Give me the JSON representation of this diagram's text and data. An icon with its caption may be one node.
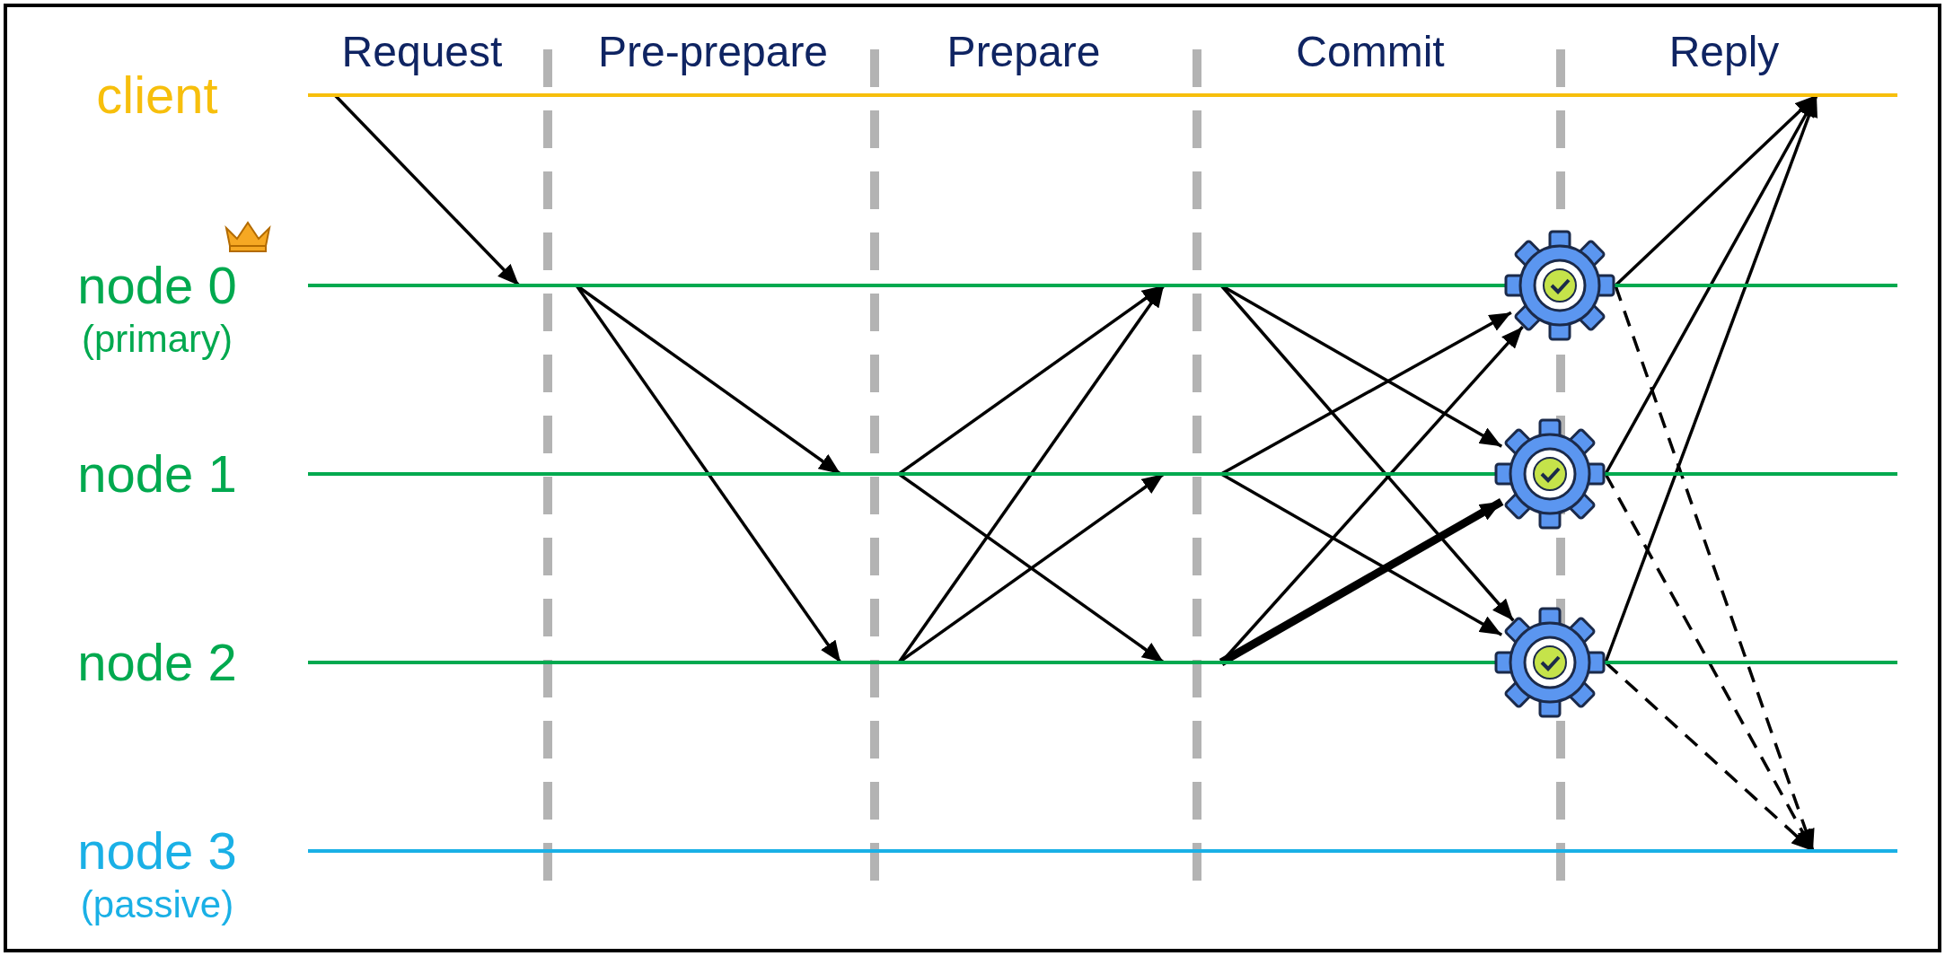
{
  "diagram": {
    "nodes": [
      {
        "text": [
          "client"
        ]
      },
      {
        "text": [
          "node 0",
          "(primary)"
        ]
      },
      {
        "text": [
          "node 1"
        ]
      },
      {
        "text": [
          "node 2"
        ]
      },
      {
        "text": [
          "node 3",
          "(passive)"
        ]
      },
      {
        "text": [],
        "shape": "gear"
      },
      {
        "text": [],
        "shape": "gear"
      },
      {
        "text": [],
        "shape": "gear"
      }
    ],
    "edges": [
      {
        "from": 0,
        "to": 1,
        "arrow": "to"
      },
      {
        "from": 1,
        "to": 2,
        "arrow": "to"
      },
      {
        "from": 1,
        "to": 3,
        "arrow": "to"
      },
      {
        "from": 2,
        "to": 1,
        "arrow": "to"
      },
      {
        "from": 2,
        "to": 3,
        "arrow": "to"
      },
      {
        "from": 3,
        "to": 1,
        "arrow": "to"
      },
      {
        "from": 3,
        "to": 2,
        "arrow": "to"
      },
      {
        "from": 1,
        "to": 6,
        "arrow": "to"
      },
      {
        "from": 1,
        "to": 7,
        "arrow": "to"
      },
      {
        "from": 2,
        "to": 5,
        "arrow": "to"
      },
      {
        "from": 2,
        "to": 7,
        "arrow": "to"
      },
      {
        "from": 3,
        "to": 5,
        "arrow": "to"
      },
      {
        "from": 3,
        "to": 6,
        "arrow": "to",
        "style": "thick"
      },
      {
        "from": 5,
        "to": 0,
        "arrow": "to"
      },
      {
        "from": 5,
        "to": 4,
        "arrow": "to",
        "style": "dashed"
      },
      {
        "from": 6,
        "to": 0,
        "arrow": "to"
      },
      {
        "from": 6,
        "to": 4,
        "arrow": "to",
        "style": "dashed"
      },
      {
        "from": 7,
        "to": 0,
        "arrow": "to"
      },
      {
        "from": 7,
        "to": 4,
        "arrow": "to",
        "style": "dashed"
      }
    ],
    "labels": [
      "Request",
      "Pre-prepare",
      "Prepare",
      "Commit",
      "Reply"
    ]
  }
}
